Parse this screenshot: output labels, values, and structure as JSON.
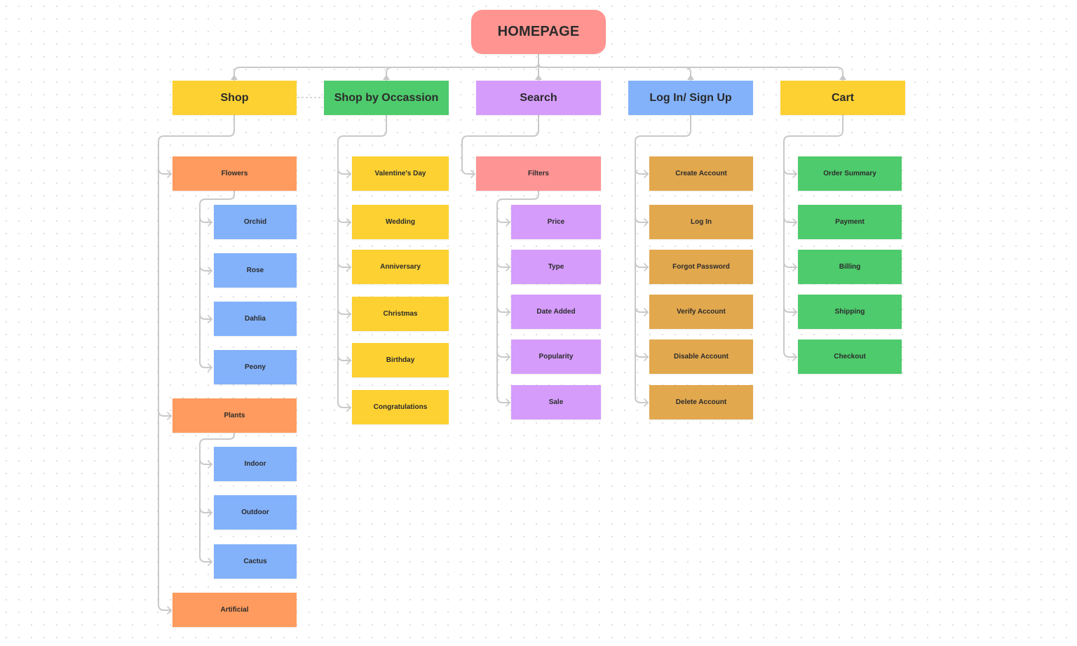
{
  "colors": {
    "root": "#ff9490",
    "yellow": "#fdd132",
    "green": "#4ecb6c",
    "purple": "#d59cfb",
    "blue": "#83b2fb",
    "orange": "#ff9b5e",
    "pink": "#ff9494",
    "amber": "#e2a84e",
    "connector": "#c9c9c9"
  },
  "homepage": "HOMEPAGE",
  "shop": {
    "label": "Shop",
    "flowers": {
      "label": "Flowers",
      "items": [
        "Orchid",
        "Rose",
        "Dahlia",
        "Peony"
      ]
    },
    "plants": {
      "label": "Plants",
      "items": [
        "Indoor",
        "Outdoor",
        "Cactus"
      ]
    },
    "artificial": "Artificial"
  },
  "occasion": {
    "label": "Shop by Occassion",
    "items": [
      "Valentine's Day",
      "Wedding",
      "Anniversary",
      "Christmas",
      "Birthday",
      "Congratulations"
    ]
  },
  "search": {
    "label": "Search",
    "filters": "Filters",
    "items": [
      "Price",
      "Type",
      "Date Added",
      "Popularity",
      "Sale"
    ]
  },
  "login": {
    "label": "Log In/ Sign Up",
    "items": [
      "Create Account",
      "Log In",
      "Forgot Password",
      "Verify Account",
      "Disable Account",
      "Delete Account"
    ]
  },
  "cart": {
    "label": "Cart",
    "items": [
      "Order Summary",
      "Payment",
      "Billing",
      "Shipping",
      "Checkout"
    ]
  }
}
